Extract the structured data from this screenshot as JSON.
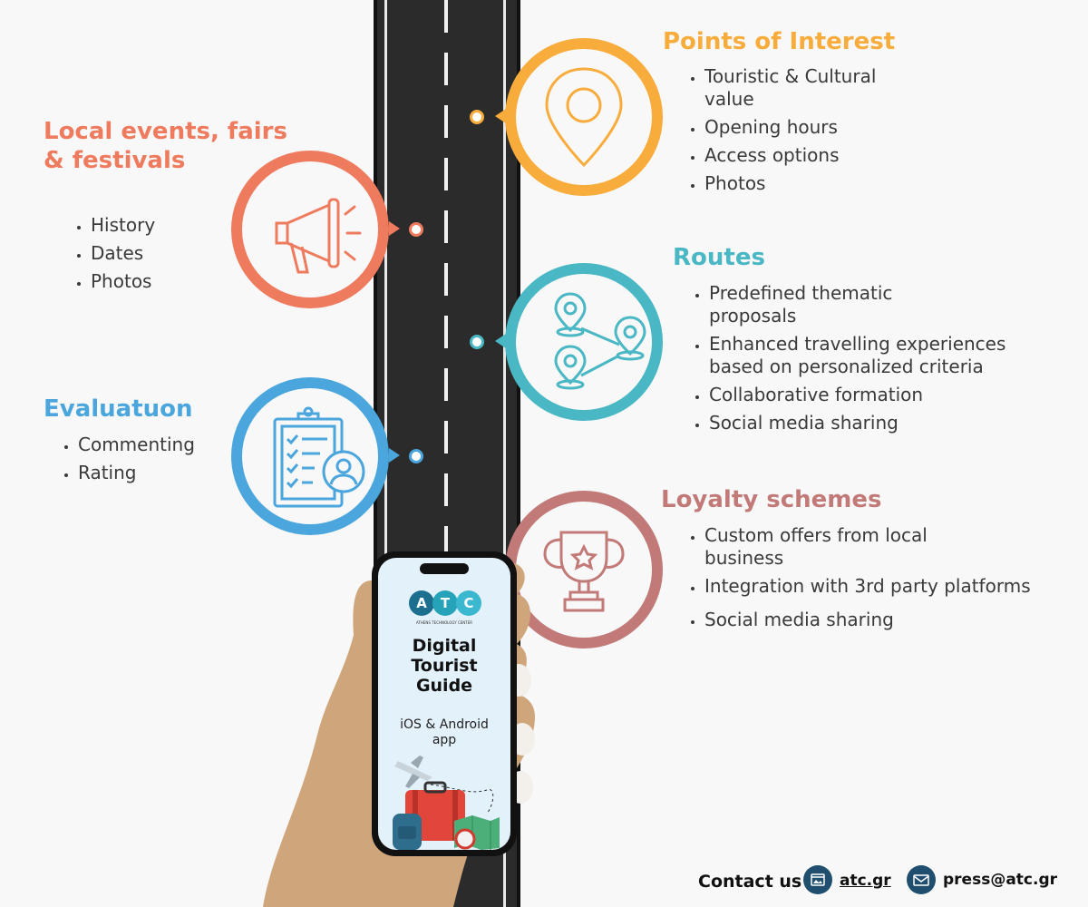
{
  "colors": {
    "events": "#ef7b5f",
    "points": "#f8ac3c",
    "routes": "#4ab7c4",
    "evaluation": "#4aa6dd",
    "loyalty": "#c27a78",
    "road": "#2b2b2b",
    "contact_icon": "#1f4e6e"
  },
  "sections": {
    "points": {
      "title": "Points of Interest",
      "icon": "map-pin-icon",
      "items": [
        "Touristic & Cultural value",
        "Opening hours",
        "Access options",
        "Photos"
      ]
    },
    "events": {
      "title": "Local events, fairs & festivals",
      "icon": "megaphone-icon",
      "items": [
        "History",
        "Dates",
        "Photos"
      ]
    },
    "routes": {
      "title": "Routes",
      "icon": "route-pins-icon",
      "items": [
        "Predefined thematic proposals",
        "Enhanced travelling experiences based on personalized criteria",
        "Collaborative formation",
        "Social media sharing"
      ]
    },
    "evaluation": {
      "title": "Evaluatuon",
      "icon": "clipboard-user-icon",
      "items": [
        "Commenting",
        "Rating"
      ]
    },
    "loyalty": {
      "title": "Loyalty schemes",
      "icon": "trophy-icon",
      "items": [
        "Custom offers from local business",
        "Integration with 3rd party platforms",
        "Social media sharing"
      ]
    }
  },
  "phone": {
    "logo_letters": [
      "A",
      "T",
      "C"
    ],
    "logo_caption": "ATHENS TECHNOLOGY CENTER",
    "title": "Digital Tourist Guide",
    "subtitle": "iOS & Android app"
  },
  "contact": {
    "label": "Contact us",
    "website": "atc.gr",
    "email": "press@atc.gr",
    "website_icon": "browser-icon",
    "email_icon": "envelope-icon"
  }
}
